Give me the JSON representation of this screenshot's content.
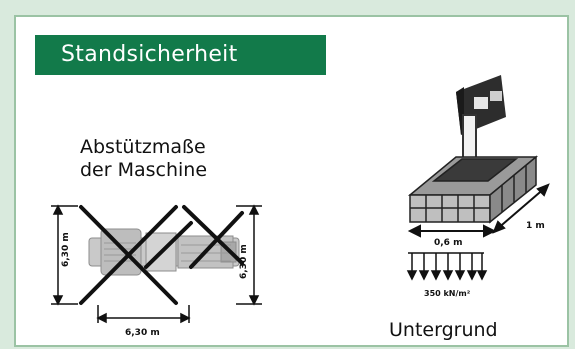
{
  "title": "Standsicherheit",
  "machine_label": {
    "line1": "Abstützmaße",
    "line2": "der Maschine"
  },
  "ground_label": "Untergrund",
  "machine_dims": {
    "width": "6,30 m",
    "left_height": "6,30 m",
    "right_height": "6,30 m"
  },
  "pad_dims": {
    "width": "0,6 m",
    "length": "1 m",
    "pressure": "350 kN/m²"
  },
  "colors": {
    "background": "#d9eadd",
    "title_bar": "#127a4a",
    "card_border": "#9bc3a4"
  }
}
